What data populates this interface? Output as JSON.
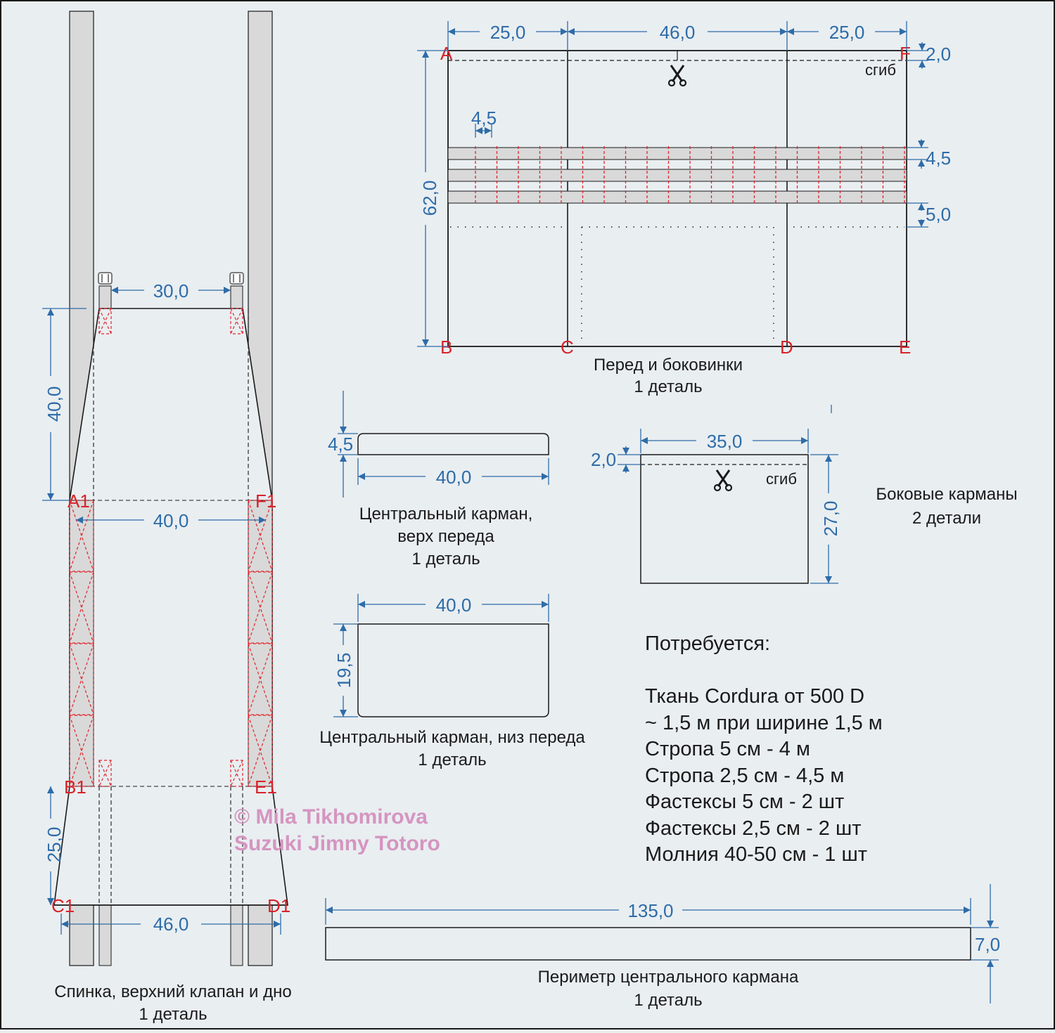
{
  "colors": {
    "background": "#e9eef1",
    "dimension": "#2e6ca8",
    "point_label": "#d8232a",
    "stitch": "#e0242c",
    "strap": "#d9d9d9",
    "outline": "#1a1a1a",
    "watermark": "#d595c0"
  },
  "icons": [
    "scissors-icon",
    "buckle-icon"
  ],
  "front_piece": {
    "dims": {
      "left_width": "25,0",
      "middle_width": "46,0",
      "right_width": "25,0",
      "height": "62,0",
      "fold": "2,0",
      "loop_width": "4,5",
      "strap_width": "4,5",
      "strap_gap": "5,0"
    },
    "points": {
      "a": "A",
      "f": "F",
      "b": "B",
      "c": "C",
      "d": "D",
      "e": "E"
    },
    "fold_label": "сгиб",
    "caption_line1": "Перед и боковинки",
    "caption_line2": "1 деталь"
  },
  "back_piece": {
    "dims": {
      "top_width": "30,0",
      "upper_height": "40,0",
      "middle_width": "40,0",
      "lower_height": "25,0",
      "bottom_width": "46,0"
    },
    "points": {
      "a1": "A1",
      "f1": "F1",
      "b1": "B1",
      "e1": "E1",
      "c1": "C1",
      "d1": "D1"
    },
    "caption_line1": "Спинка, верхний клапан и дно",
    "caption_line2": "1 деталь"
  },
  "center_pocket_top": {
    "dims": {
      "height": "4,5",
      "width": "40,0"
    },
    "caption_line1": "Центральный карман,",
    "caption_line2": "верх переда",
    "caption_line3": "1 деталь"
  },
  "center_pocket_bottom": {
    "dims": {
      "width": "40,0",
      "height": "19,5"
    },
    "caption_line1": "Центральный карман, низ переда",
    "caption_line2": "1 деталь"
  },
  "side_pockets": {
    "dims": {
      "width": "35,0",
      "fold": "2,0",
      "height": "27,0"
    },
    "fold_label": "сгиб",
    "caption_line1": "Боковые карманы",
    "caption_line2": "2 детали"
  },
  "perimeter": {
    "dims": {
      "length": "135,0",
      "height": "7,0"
    },
    "caption_line1": "Периметр центрального кармана",
    "caption_line2": "1 деталь"
  },
  "materials": {
    "heading": "Потребуется:",
    "items": [
      "Ткань Cordura от 500 D",
      "~ 1,5 м при ширине 1,5 м",
      "Стропа 5 см - 4 м",
      "Стропа 2,5 см - 4,5 м",
      "Фастексы 5 см - 2 шт",
      "Фастексы 2,5 см - 2 шт",
      "Молния 40-50 см - 1 шт"
    ]
  },
  "watermark": {
    "line1": "© Mila Tikhomirova",
    "line2": "Suzuki Jimny Totoro"
  }
}
